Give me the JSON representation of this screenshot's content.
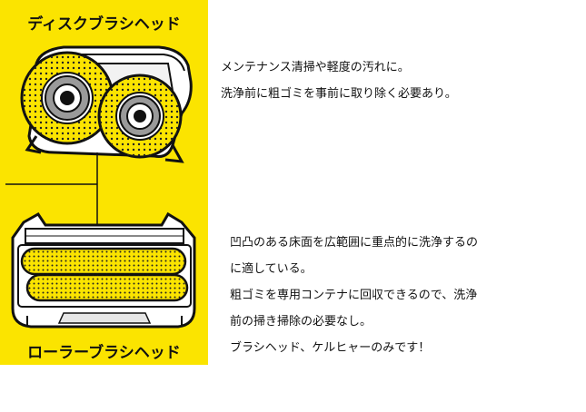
{
  "panel": {
    "background": "#fbe400",
    "title_disc": "ディスクブラシヘッド",
    "title_roller": "ローラーブラシヘッド"
  },
  "disc_description": {
    "lines": [
      "メンテナンス清掃や軽度の汚れに。",
      "洗浄前に粗ゴミを事前に取り除く必要あり。"
    ]
  },
  "roller_description": {
    "lines": [
      "凹凸のある床面を広範囲に重点的に洗浄するの",
      "に適している。",
      "粗ゴミを専用コンテナに回収できるので、洗浄",
      "前の掃き掃除の必要なし。",
      "ブラシヘッド、ケルヒャーのみです！"
    ]
  },
  "icons": [
    "disc-brush-head-illustration",
    "roller-brush-head-illustration"
  ]
}
